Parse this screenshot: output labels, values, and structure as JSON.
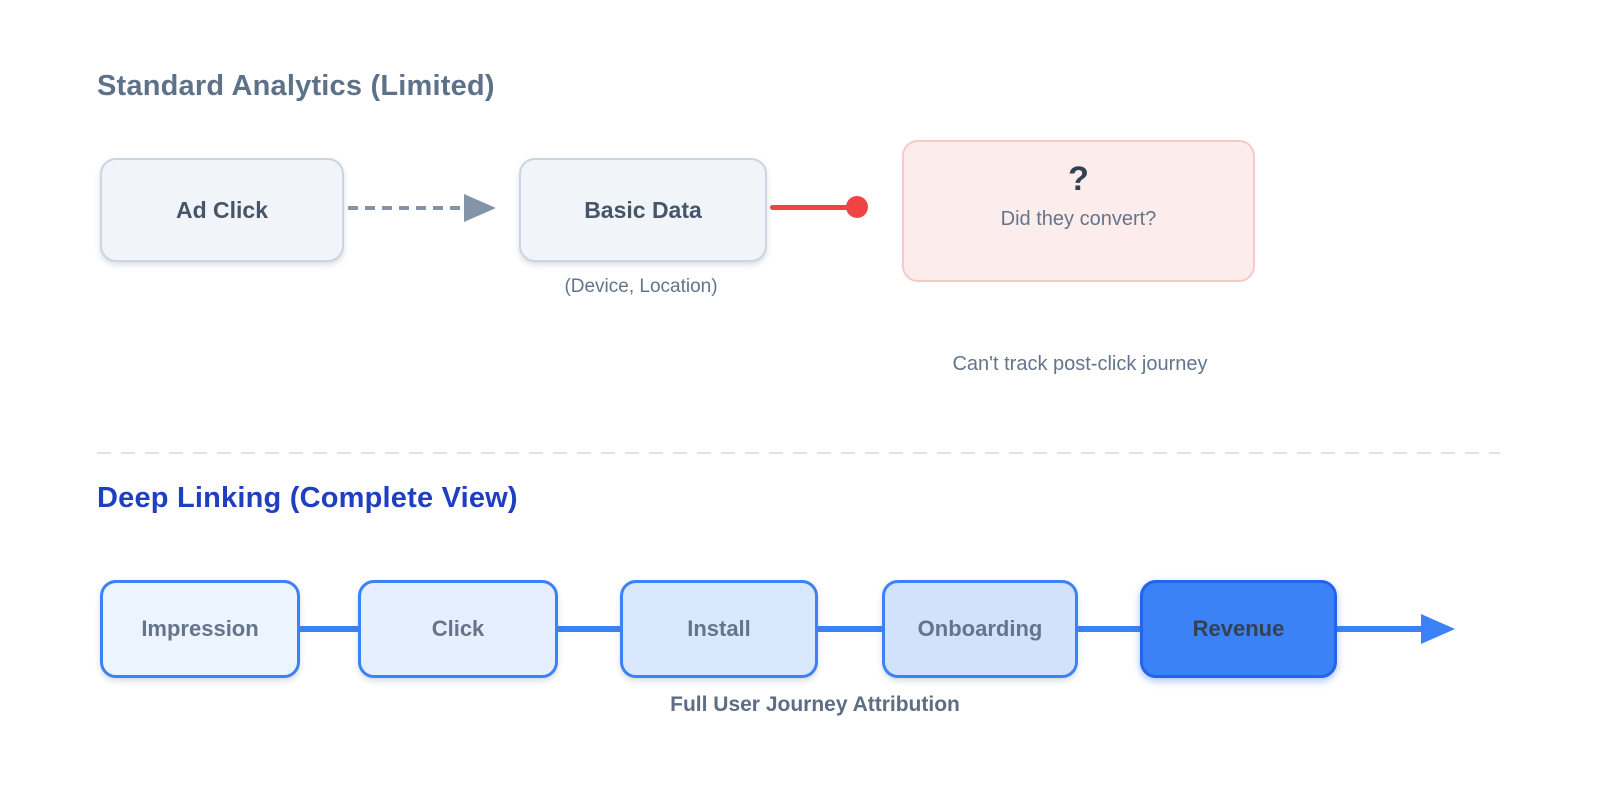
{
  "diagram": {
    "standard_section": {
      "title": "Standard Analytics (Limited)",
      "ad_click_label": "Ad Click",
      "basic_data_label": "Basic Data",
      "basic_data_sublabel": "(Device, Location)",
      "question_mark": "?",
      "question_label": "Did they convert?",
      "caption": "Can't track post-click journey"
    },
    "deep_linking_section": {
      "title": "Deep Linking (Complete View)",
      "steps": [
        {
          "label": "Impression",
          "bg": "#ecf4fe"
        },
        {
          "label": "Click",
          "bg": "#e6effd"
        },
        {
          "label": "Install",
          "bg": "#d9e8fc"
        },
        {
          "label": "Onboarding",
          "bg": "#d2e2fb"
        },
        {
          "label": "Revenue",
          "bg": "#3b82f6"
        }
      ],
      "caption": "Full User Journey Attribution"
    },
    "colors": {
      "standard_title": "#5d7189",
      "deep_linking_title": "#1e3fc1",
      "accent_blue": "#3b82f6",
      "error_red": "#ef4444",
      "neutral_box_bg": "#f1f5f9",
      "neutral_box_border": "#cbd5e1",
      "pink_box_bg": "#fdecec",
      "pink_box_border": "#f8c9c9",
      "muted_text": "#64748b",
      "dark_text": "#475569",
      "arrow_gray": "#8494a8",
      "divider": "#dde3ed"
    }
  }
}
